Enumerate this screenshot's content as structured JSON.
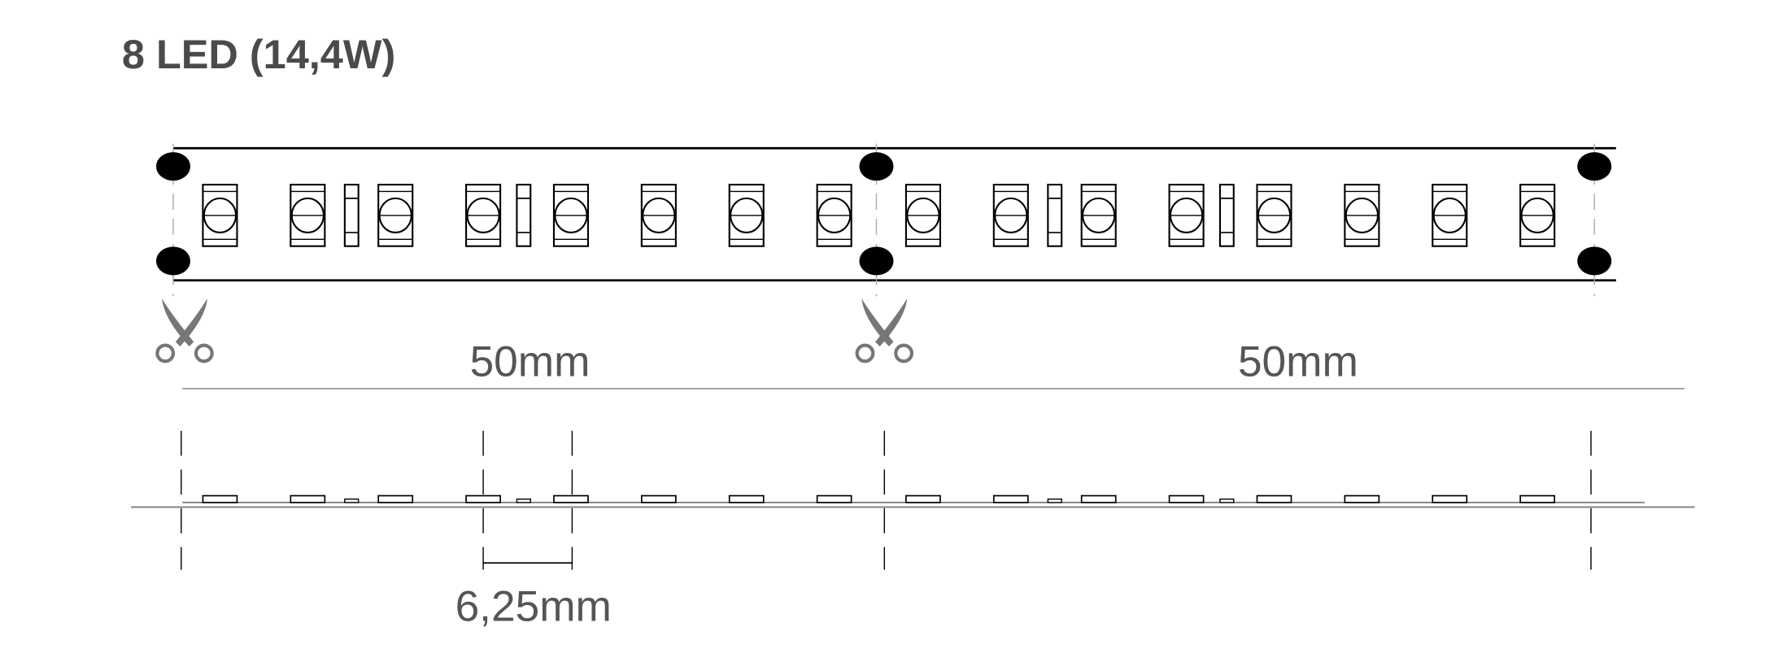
{
  "title": "8 LED (14,4W)",
  "segments": [
    {
      "length_label": "50mm",
      "leds": 8,
      "resistors": 2
    },
    {
      "length_label": "50mm",
      "leds": 8,
      "resistors": 2
    }
  ],
  "pitch_label": "6,25mm",
  "icons": {
    "cut_point": "scissors-icon",
    "solder_pad": "solder-pad-icon"
  },
  "colors": {
    "outline": "#000000",
    "text": "#555555",
    "title": "#4a4a4a",
    "scissors": "#777777"
  }
}
